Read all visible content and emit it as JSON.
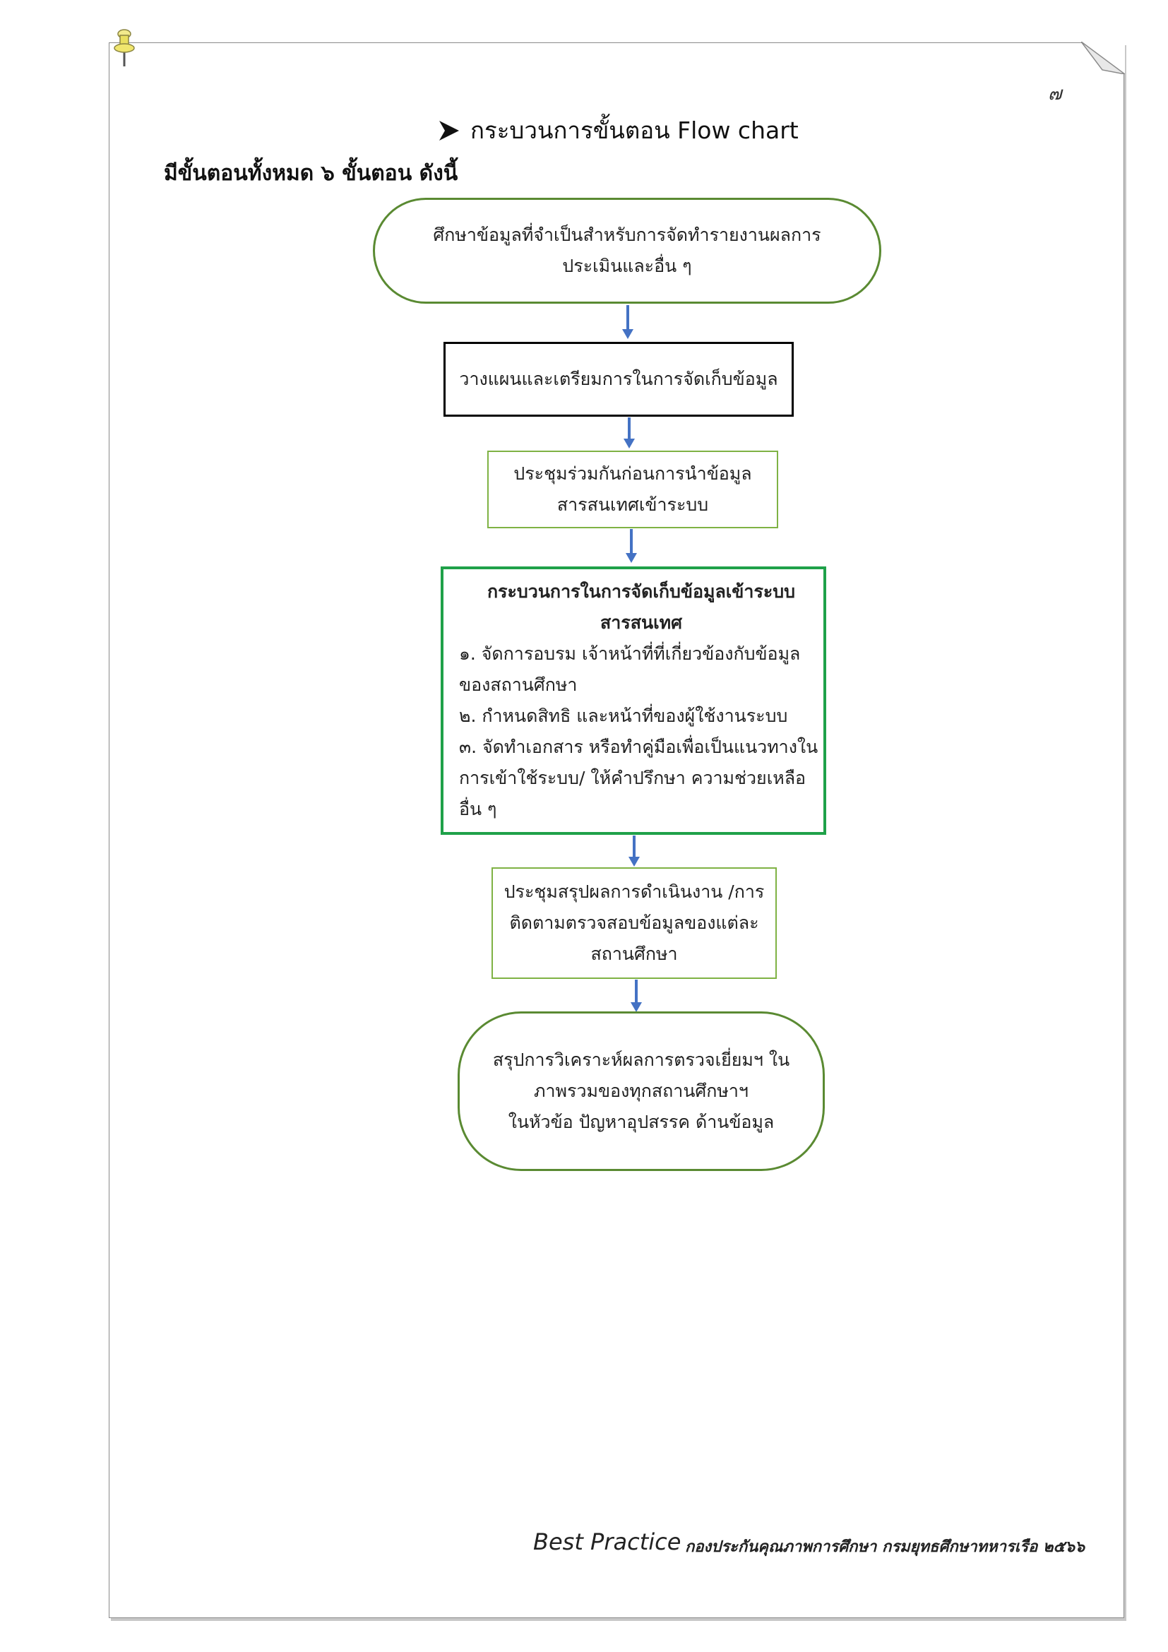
{
  "page": {
    "number": "๗",
    "title": "กระบวนการขั้นตอน Flow chart",
    "subtitle": "มีขั้นตอนทั้งหมด ๖ ขั้นตอน ดังนี้"
  },
  "flowchart": {
    "step1": {
      "lines": [
        "ศึกษาข้อมูลที่จำเป็นสำหรับการจัดทำรายงานผลการ",
        "ประเมินและอื่น ๆ"
      ]
    },
    "step2": {
      "lines": [
        "วางแผนและเตรียมการในการจัดเก็บข้อมูล"
      ]
    },
    "step3": {
      "lines": [
        "ประชุมร่วมกันก่อนการนำข้อมูล",
        "สารสนเทศเข้าระบบ"
      ]
    },
    "step4": {
      "heading": [
        "กระบวนการในการจัดเก็บข้อมูลเข้าระบบ",
        "สารสนเทศ"
      ],
      "lines": [
        "๑. จัดการอบรม เจ้าหน้าที่ที่เกี่ยวข้องกับข้อมูล",
        "ของสถานศึกษา",
        "๒. กำหนดสิทธิ และหน้าที่ของผู้ใช้งานระบบ",
        "๓. จัดทำเอกสาร หรือทำคู่มือเพื่อเป็นแนวทางใน",
        "การเข้าใช้ระบบ/ ให้คำปรึกษา ความช่วยเหลือ",
        "อื่น ๆ"
      ]
    },
    "step5": {
      "lines": [
        "ประชุมสรุปผลการดำเนินงาน /การ",
        "ติดตามตรวจสอบข้อมูลของแต่ละ",
        "สถานศึกษา"
      ]
    },
    "step6": {
      "lines": [
        "สรุปการวิเคราะห์ผลการตรวจเยี่ยมฯ ใน",
        "ภาพรวมของทุกสถานศึกษาฯ",
        "ในหัวข้อ ปัญหาอุปสรรค ด้านข้อมูล"
      ]
    },
    "colors": {
      "oval_border": "#5a8a32",
      "arrow": "#4472c4",
      "box_black": "#000000",
      "box_light_green": "#7fb244",
      "box_green": "#1fa149"
    }
  },
  "footer": {
    "left": "Best Practice",
    "right": "กองประกันคุณภาพการศึกษา กรมยุทธศึกษาทหารเรือ ๒๕๖๖"
  }
}
